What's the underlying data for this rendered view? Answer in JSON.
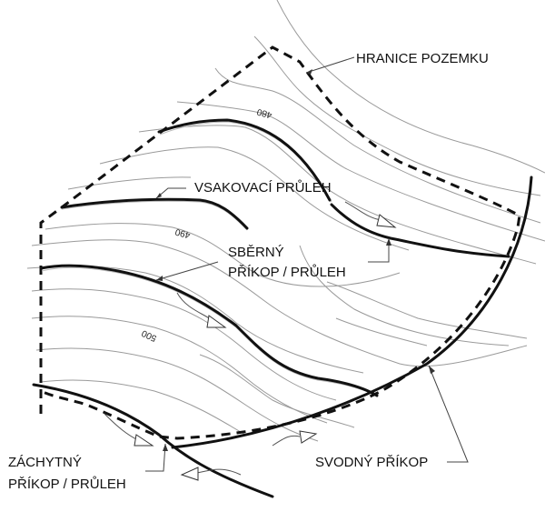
{
  "diagram": {
    "type": "contour-drainage-plan",
    "labels": {
      "boundary": "HRANICE POZEMKU",
      "infiltration_swale": "VSAKOVACÍ PRŮLEH",
      "collecting_ditch_line1": "SBĚRNÝ",
      "collecting_ditch_line2": "PŘÍKOP / PRŮLEH",
      "interception_ditch_line1": "ZÁCHYTNÝ",
      "interception_ditch_line2": "PŘÍKOP / PRŮLEH",
      "diversion_ditch": "SVODNÝ PŘÍKOP"
    },
    "contour_elevations": [
      "480",
      "490",
      "500"
    ],
    "colors": {
      "background": "#ffffff",
      "contour": "#9a9a9a",
      "feature_line": "#111111"
    }
  }
}
